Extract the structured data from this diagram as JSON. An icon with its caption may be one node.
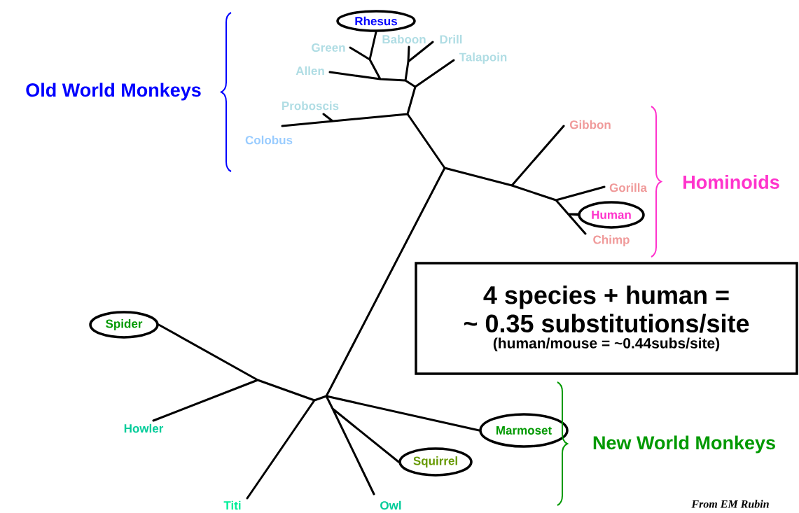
{
  "diagram": {
    "nodes": [
      {
        "text": [
          "Rhesus"
        ]
      },
      {
        "text": [
          "Human"
        ]
      },
      {
        "text": [
          "Spider"
        ]
      },
      {
        "text": [
          "Marmoset"
        ]
      },
      {
        "text": [
          "Squirrel"
        ]
      },
      {
        "text": [
          "4 species + human =",
          "~ 0.35 substitutions/site",
          "(human/mouse = ~0.44subs/site)"
        ]
      }
    ],
    "edges": [],
    "labels": [
      "Baboon",
      "Drill",
      "Green",
      "Talapoin",
      "Allen",
      "Old World Monkeys",
      "Proboscis",
      "Gibbon",
      "Colobus",
      "Hominoids",
      "Gorilla",
      "Chimp",
      "Howler",
      "New World Monkeys",
      "Titi",
      "Owl",
      "From EM Rubin"
    ]
  }
}
